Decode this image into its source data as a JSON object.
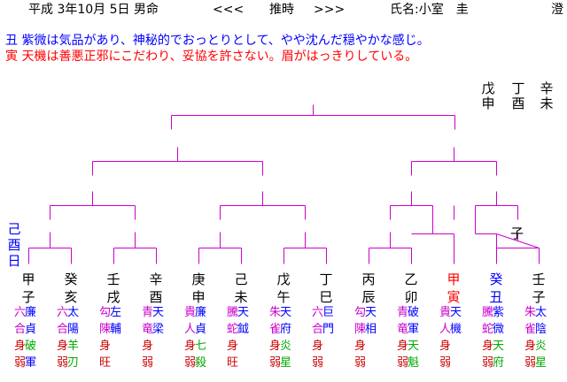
{
  "header": {
    "date": "平成 3年10月 5日 男命",
    "nav_prev": "<<<",
    "nav_mode": "推時",
    "nav_next": ">>>",
    "name_label": "氏名:小室　圭",
    "corner": "澄"
  },
  "descriptions": [
    {
      "text": "丑 紫微は気品があり、神秘的でおっとりとして、やや沈んだ穏やかな感じ。",
      "color": "#0000ff"
    },
    {
      "text": "寅 天機は善悪正邪にこだわり、妥協を許さない。眉がはっきりしている。",
      "color": "#ff0000"
    }
  ],
  "stems_top": [
    {
      "top": "戊",
      "bottom": "申"
    },
    {
      "top": "丁",
      "bottom": "酉"
    },
    {
      "top": "辛",
      "bottom": "未"
    }
  ],
  "left_label": [
    "己",
    "酉",
    "日"
  ],
  "mid_label": "子",
  "pillars": [
    {
      "stem": "甲",
      "branch": "子",
      "color": "#000000"
    },
    {
      "stem": "癸",
      "branch": "亥",
      "color": "#000000"
    },
    {
      "stem": "壬",
      "branch": "戌",
      "color": "#000000"
    },
    {
      "stem": "辛",
      "branch": "酉",
      "color": "#000000"
    },
    {
      "stem": "庚",
      "branch": "申",
      "color": "#000000"
    },
    {
      "stem": "己",
      "branch": "未",
      "color": "#000000"
    },
    {
      "stem": "戊",
      "branch": "午",
      "color": "#000000"
    },
    {
      "stem": "丁",
      "branch": "巳",
      "color": "#000000"
    },
    {
      "stem": "丙",
      "branch": "辰",
      "color": "#000000"
    },
    {
      "stem": "乙",
      "branch": "卯",
      "color": "#000000"
    },
    {
      "stem": "甲",
      "branch": "寅",
      "color": "#ff0000"
    },
    {
      "stem": "癸",
      "branch": "丑",
      "color": "#0000ff"
    },
    {
      "stem": "壬",
      "branch": "子",
      "color": "#000000"
    }
  ],
  "stars": [
    [
      [
        {
          "t": "六",
          "c": "#cc00cc"
        },
        {
          "t": "廉",
          "c": "#0000ff"
        }
      ],
      [
        {
          "t": "合",
          "c": "#cc00cc"
        },
        {
          "t": "貞",
          "c": "#0000ff"
        }
      ],
      [
        {
          "t": "身",
          "c": "#cc0000"
        },
        {
          "t": "破",
          "c": "#00aa00"
        }
      ],
      [
        {
          "t": "弱",
          "c": "#cc0000"
        },
        {
          "t": "軍",
          "c": "#0000ff"
        }
      ]
    ],
    [
      [
        {
          "t": "六",
          "c": "#cc00cc"
        },
        {
          "t": "太",
          "c": "#0000ff"
        }
      ],
      [
        {
          "t": "合",
          "c": "#cc00cc"
        },
        {
          "t": "陽",
          "c": "#0000ff"
        }
      ],
      [
        {
          "t": "身",
          "c": "#cc0000"
        },
        {
          "t": "羊",
          "c": "#00aa00"
        }
      ],
      [
        {
          "t": "弱",
          "c": "#cc0000"
        },
        {
          "t": "刃",
          "c": "#00aa00"
        }
      ]
    ],
    [
      [
        {
          "t": "勾",
          "c": "#cc00cc"
        },
        {
          "t": "左",
          "c": "#0000ff"
        }
      ],
      [
        {
          "t": "陳",
          "c": "#cc00cc"
        },
        {
          "t": "輔",
          "c": "#0000ff"
        }
      ],
      [
        {
          "t": "身",
          "c": "#cc0000"
        }
      ],
      [
        {
          "t": "旺",
          "c": "#cc0000"
        }
      ]
    ],
    [
      [
        {
          "t": "青",
          "c": "#cc00cc"
        },
        {
          "t": "天",
          "c": "#0000ff"
        }
      ],
      [
        {
          "t": "竜",
          "c": "#cc00cc"
        },
        {
          "t": "梁",
          "c": "#0000ff"
        }
      ],
      [
        {
          "t": "身",
          "c": "#cc0000"
        }
      ],
      [
        {
          "t": "弱",
          "c": "#cc0000"
        }
      ]
    ],
    [
      [
        {
          "t": "貴",
          "c": "#cc00cc"
        },
        {
          "t": "廉",
          "c": "#0000ff"
        }
      ],
      [
        {
          "t": "人",
          "c": "#cc00cc"
        },
        {
          "t": "貞",
          "c": "#0000ff"
        }
      ],
      [
        {
          "t": "身",
          "c": "#cc0000"
        },
        {
          "t": "七",
          "c": "#00aa00"
        }
      ],
      [
        {
          "t": "弱",
          "c": "#cc0000"
        },
        {
          "t": "殺",
          "c": "#00aa00"
        }
      ]
    ],
    [
      [
        {
          "t": "騰",
          "c": "#cc00cc"
        },
        {
          "t": "天",
          "c": "#0000ff"
        }
      ],
      [
        {
          "t": "蛇",
          "c": "#cc00cc"
        },
        {
          "t": "鉞",
          "c": "#0000ff"
        }
      ],
      [
        {
          "t": "身",
          "c": "#cc0000"
        }
      ],
      [
        {
          "t": "旺",
          "c": "#cc0000"
        }
      ]
    ],
    [
      [
        {
          "t": "朱",
          "c": "#cc00cc"
        },
        {
          "t": "天",
          "c": "#0000ff"
        }
      ],
      [
        {
          "t": "雀",
          "c": "#cc00cc"
        },
        {
          "t": "府",
          "c": "#0000ff"
        }
      ],
      [
        {
          "t": "身",
          "c": "#cc0000"
        },
        {
          "t": "炎",
          "c": "#00aa00"
        }
      ],
      [
        {
          "t": "弱",
          "c": "#cc0000"
        },
        {
          "t": "星",
          "c": "#00aa00"
        }
      ]
    ],
    [
      [
        {
          "t": "六",
          "c": "#cc00cc"
        },
        {
          "t": "巨",
          "c": "#0000ff"
        }
      ],
      [
        {
          "t": "合",
          "c": "#cc00cc"
        },
        {
          "t": "門",
          "c": "#0000ff"
        }
      ],
      [
        {
          "t": "身",
          "c": "#cc0000"
        }
      ],
      [
        {
          "t": "弱",
          "c": "#cc0000"
        }
      ]
    ],
    [
      [
        {
          "t": "勾",
          "c": "#cc00cc"
        },
        {
          "t": "天",
          "c": "#0000ff"
        }
      ],
      [
        {
          "t": "陳",
          "c": "#cc00cc"
        },
        {
          "t": "相",
          "c": "#0000ff"
        }
      ],
      [
        {
          "t": "身",
          "c": "#cc0000"
        }
      ],
      [
        {
          "t": "弱",
          "c": "#cc0000"
        }
      ]
    ],
    [
      [
        {
          "t": "青",
          "c": "#cc00cc"
        },
        {
          "t": "破",
          "c": "#0000ff"
        }
      ],
      [
        {
          "t": "竜",
          "c": "#cc00cc"
        },
        {
          "t": "軍",
          "c": "#0000ff"
        }
      ],
      [
        {
          "t": "身",
          "c": "#cc0000"
        },
        {
          "t": "天",
          "c": "#00aa00"
        }
      ],
      [
        {
          "t": "弱",
          "c": "#cc0000"
        },
        {
          "t": "魁",
          "c": "#00aa00"
        }
      ]
    ],
    [
      [
        {
          "t": "貴",
          "c": "#cc00cc"
        },
        {
          "t": "天",
          "c": "#0000ff"
        }
      ],
      [
        {
          "t": "人",
          "c": "#cc00cc"
        },
        {
          "t": "機",
          "c": "#0000ff"
        }
      ],
      [
        {
          "t": "身",
          "c": "#cc0000"
        }
      ],
      [
        {
          "t": "弱",
          "c": "#cc0000"
        }
      ]
    ],
    [
      [
        {
          "t": "騰",
          "c": "#cc00cc"
        },
        {
          "t": "紫",
          "c": "#0000ff"
        }
      ],
      [
        {
          "t": "蛇",
          "c": "#cc00cc"
        },
        {
          "t": "微",
          "c": "#0000ff"
        }
      ],
      [
        {
          "t": "身",
          "c": "#cc0000"
        },
        {
          "t": "天",
          "c": "#00aa00"
        }
      ],
      [
        {
          "t": "弱",
          "c": "#cc0000"
        },
        {
          "t": "府",
          "c": "#00aa00"
        }
      ]
    ],
    [
      [
        {
          "t": "朱",
          "c": "#cc00cc"
        },
        {
          "t": "太",
          "c": "#0000ff"
        }
      ],
      [
        {
          "t": "雀",
          "c": "#cc00cc"
        },
        {
          "t": "陰",
          "c": "#0000ff"
        }
      ],
      [
        {
          "t": "身",
          "c": "#cc0000"
        },
        {
          "t": "炎",
          "c": "#00aa00"
        }
      ],
      [
        {
          "t": "弱",
          "c": "#cc0000"
        },
        {
          "t": "星",
          "c": "#00aa00"
        }
      ]
    ]
  ],
  "colors": {
    "line": "#cc00cc"
  }
}
